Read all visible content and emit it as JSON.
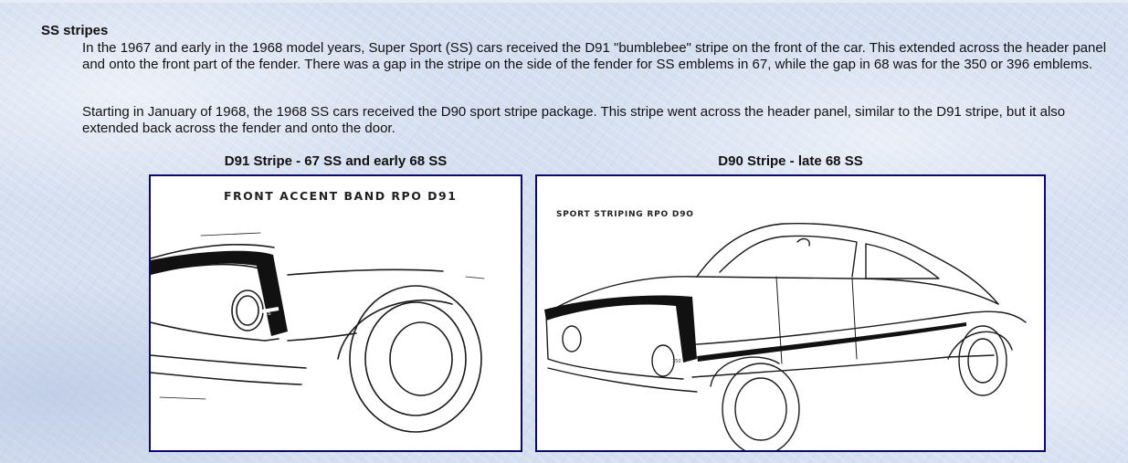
{
  "section": {
    "title": "SS stripes",
    "paragraphs": [
      "In the 1967 and early in the 1968 model years, Super Sport (SS) cars received the D91 \"bumblebee\" stripe on the front of the car. This extended across the header panel and onto the front part of the fender. There was a gap in the stripe on the side of the fender for SS emblems in 67, while the gap in 68 was for the 350 or 396 emblems.",
      "Starting in January of 1968, the 1968 SS cars received the D90 sport stripe package. This stripe went across the header panel, similar to the D91 stripe, but it also extended back across the fender and onto the door."
    ]
  },
  "figures": [
    {
      "caption": "D91 Stripe - 67 SS and early 68 SS",
      "drawing_label": "FRONT ACCENT BAND RPO D91"
    },
    {
      "caption": "D90 Stripe - late 68 SS",
      "drawing_label": "SPORT STRIPING RPO D9O"
    }
  ],
  "colors": {
    "frame_border": "#0a0a6e",
    "background": "#d5dff0"
  }
}
